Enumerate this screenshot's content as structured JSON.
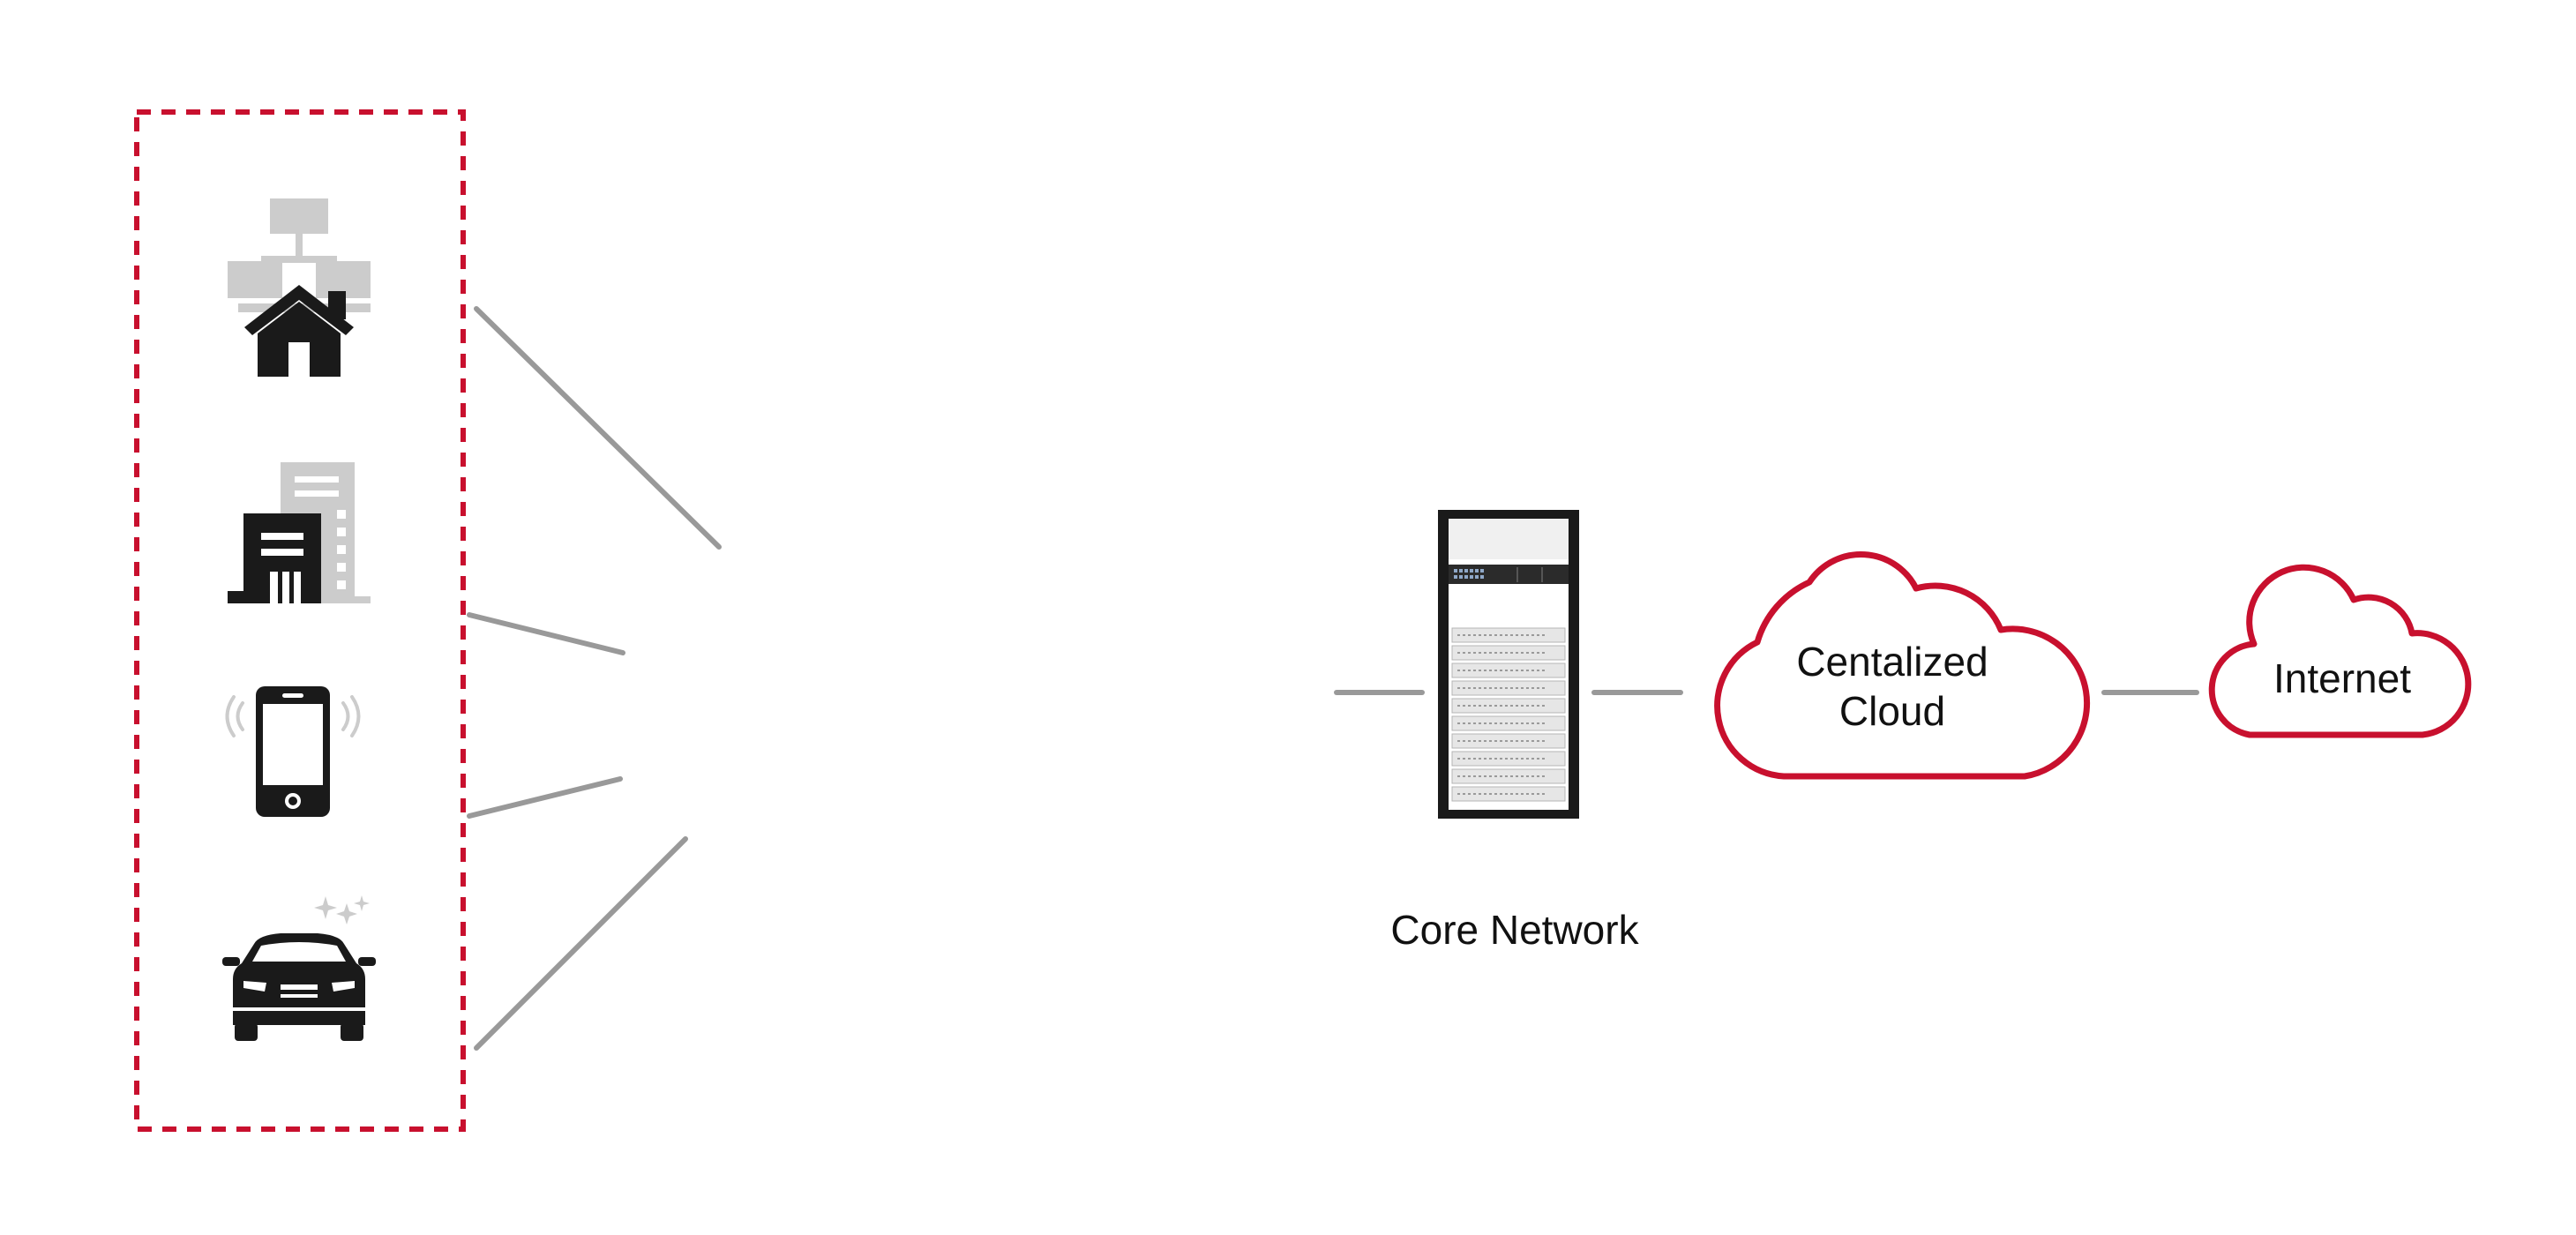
{
  "labels": {
    "core_network": "Core Network",
    "cloud_line1": "Centalized",
    "cloud_line2": "Cloud",
    "internet": "Internet"
  },
  "colors": {
    "accent_red": "#c8102e",
    "connector_gray": "#999999",
    "icon_dark": "#1a1a1a",
    "icon_light": "#cccccc"
  },
  "icons": [
    "home-network-icon",
    "office-building-icon",
    "smartphone-icon",
    "car-icon",
    "server-rack-icon",
    "cloud-icon"
  ]
}
